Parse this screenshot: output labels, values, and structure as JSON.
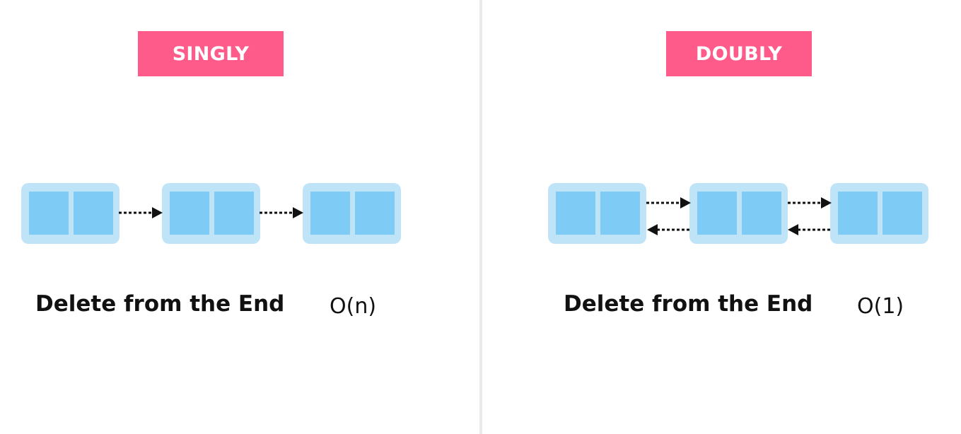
{
  "singly": {
    "badge": "SINGLY",
    "caption": "Delete from the End",
    "complexity": "O(n)"
  },
  "doubly": {
    "badge": "DOUBLY",
    "caption": "Delete from the End",
    "complexity": "O(1)"
  },
  "colors": {
    "badge_bg": "#ff5b8a",
    "node_outer": "#bfe4f8",
    "node_cell": "#7ecbf5",
    "divider": "#e9e9e9"
  }
}
